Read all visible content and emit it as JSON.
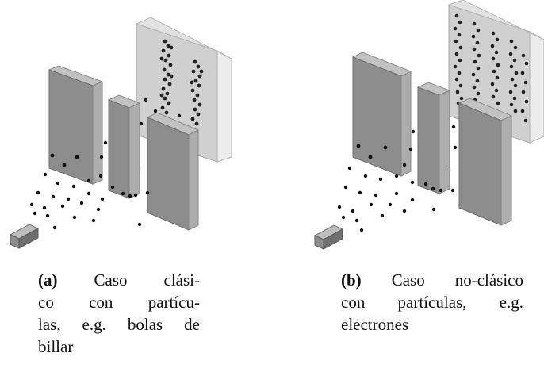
{
  "panels": [
    {
      "tag": "(a)",
      "caption_lines": [
        "Caso clási-",
        "co con partícu-",
        "las, e.g. bolas de",
        "billar"
      ]
    },
    {
      "tag": "(b)",
      "caption_lines": [
        "Caso no-clásico",
        "con partículas, e.g.",
        "electrones"
      ]
    }
  ],
  "colors": {
    "panel_face": "#8f8f8f",
    "panel_side": "#b3b3b3",
    "panel_top": "#cccccc",
    "screen_face": "#cfcfcf",
    "screen_side": "#e6e6e6",
    "particle": "#111111"
  }
}
